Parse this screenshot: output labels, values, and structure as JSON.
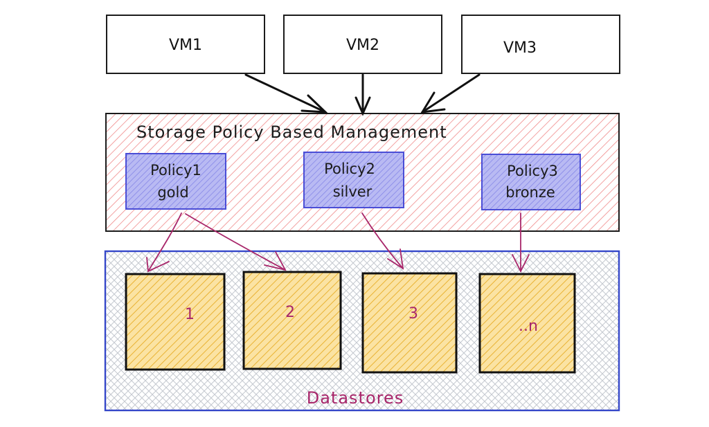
{
  "vms": [
    {
      "label": "VM1"
    },
    {
      "label": "VM2"
    },
    {
      "label": "VM3"
    }
  ],
  "spbm": {
    "title": "Storage Policy Based Management",
    "policies": [
      {
        "name": "Policy1",
        "tier": "gold"
      },
      {
        "name": "Policy2",
        "tier": "silver"
      },
      {
        "name": "Policy3",
        "tier": "bronze"
      }
    ]
  },
  "datastores": {
    "title": "Datastores",
    "items": [
      {
        "label": "1"
      },
      {
        "label": "2"
      },
      {
        "label": "3"
      },
      {
        "label": "..n"
      }
    ]
  },
  "colors": {
    "vm_stroke": "#1b1b1b",
    "spbm_hatch": "#f08080",
    "spbm_stroke": "#1b1b1b",
    "policy_fill": "#a5a6ef",
    "policy_stroke": "#4a4dd6",
    "datastore_region_stroke": "#3547c9",
    "datastore_region_hatch": "#c4c8cf",
    "datastore_fill": "#f2c14e",
    "datastore_stroke": "#111111",
    "arrow_black": "#111111",
    "arrow_magenta": "#a8266a"
  }
}
